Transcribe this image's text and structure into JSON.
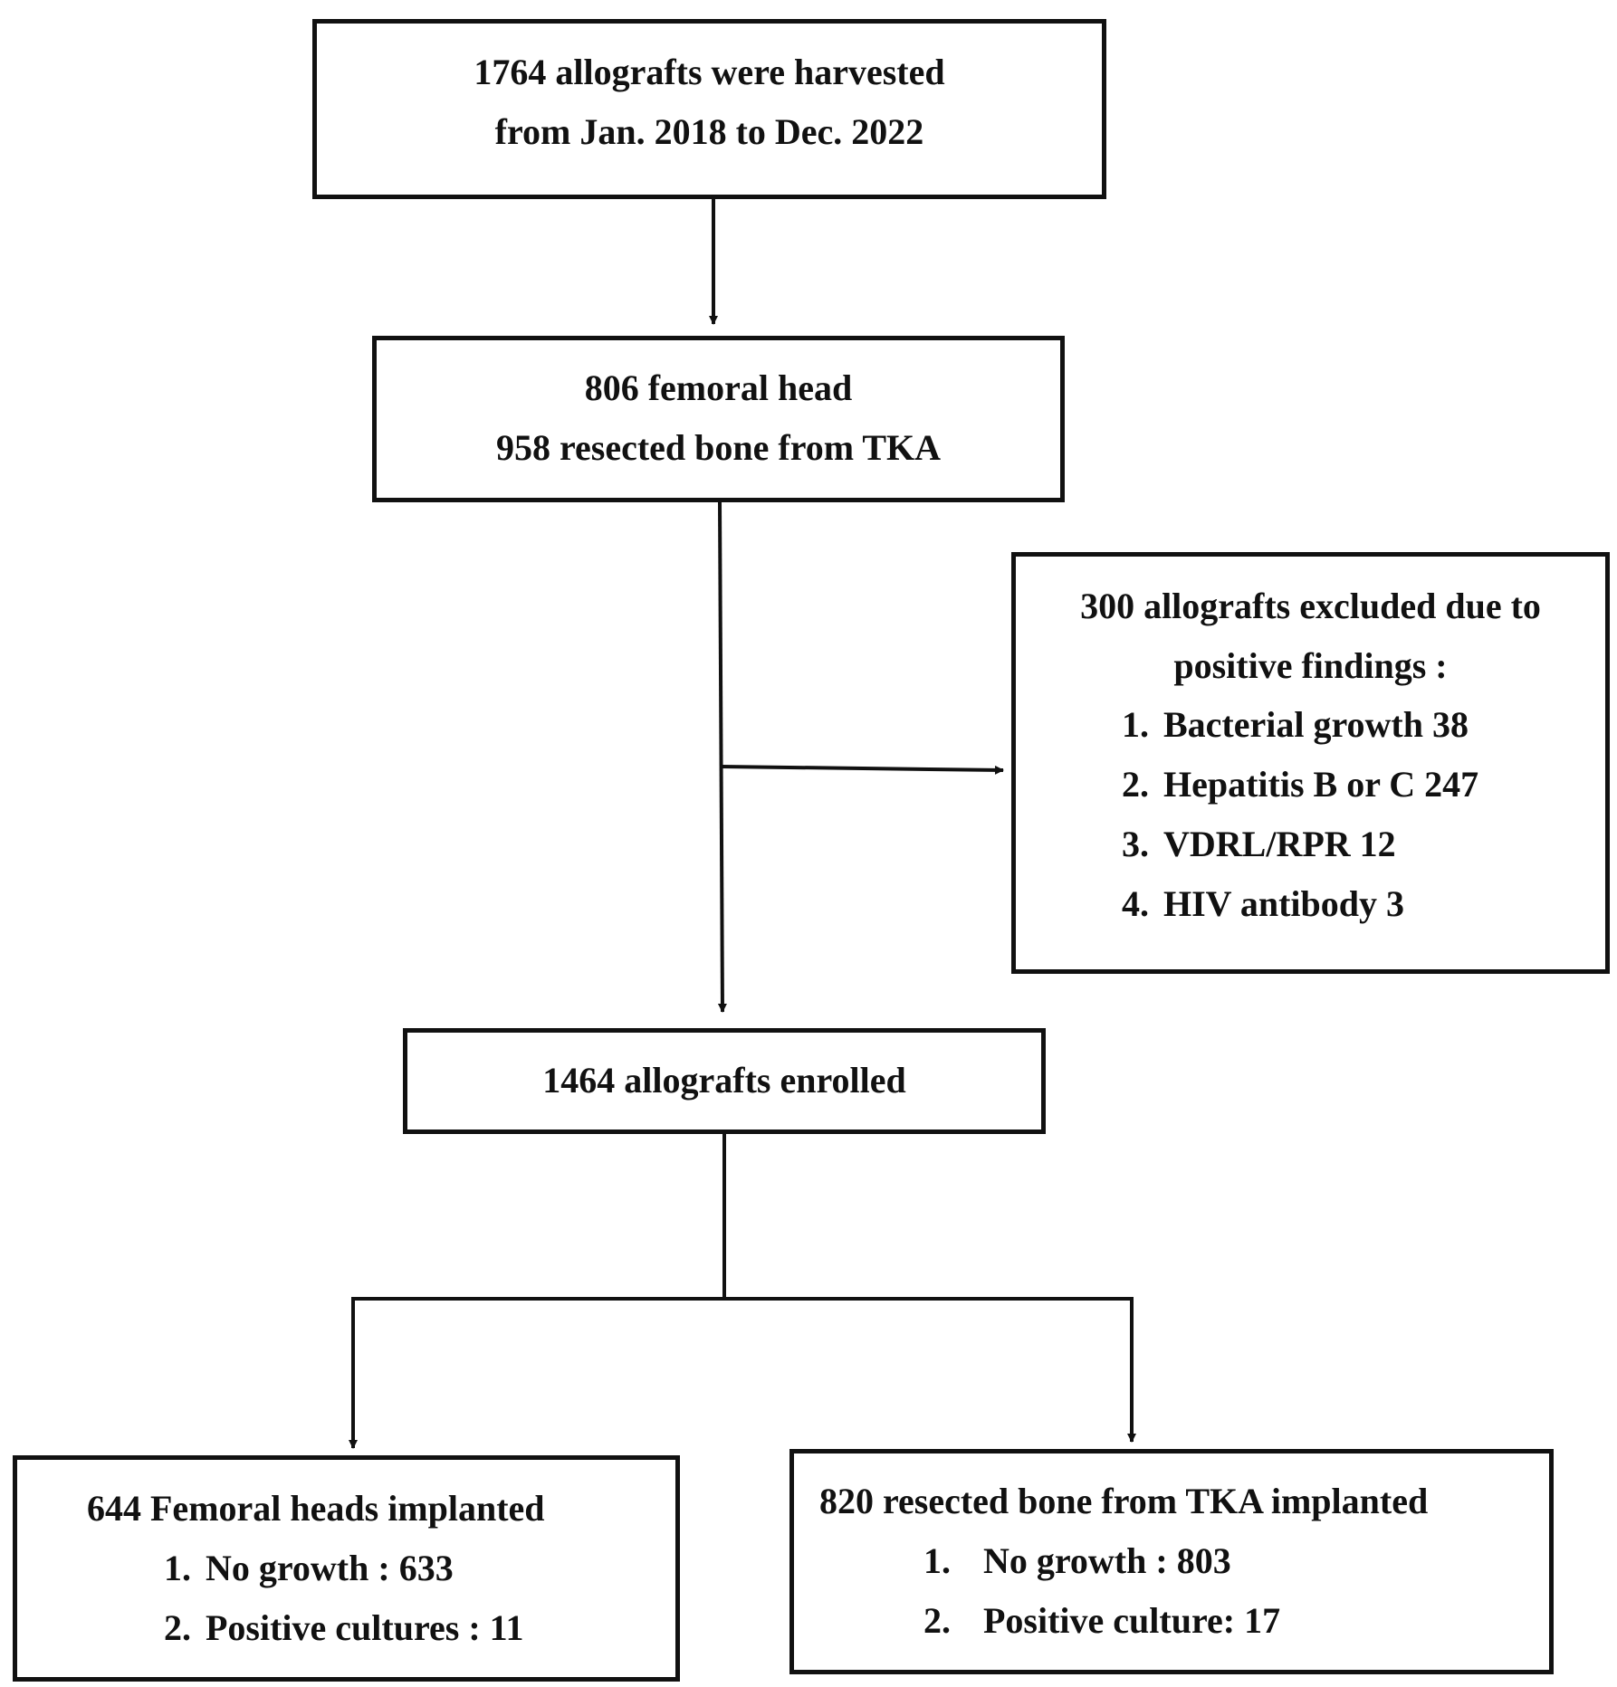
{
  "flowchart": {
    "harvested": {
      "line1": "1764 allografts were harvested",
      "line2": "from Jan. 2018 to Dec. 2022"
    },
    "sources": {
      "line1": "806 femoral head",
      "line2": "958 resected bone from TKA"
    },
    "excluded": {
      "heading1": "300 allografts excluded due to",
      "heading2": "positive findings :",
      "items": [
        {
          "num": "1.",
          "text": "Bacterial growth 38"
        },
        {
          "num": "2.",
          "text": "Hepatitis B or C 247"
        },
        {
          "num": "3.",
          "text": "VDRL/RPR 12"
        },
        {
          "num": "4.",
          "text": "HIV antibody 3"
        }
      ]
    },
    "enrolled": {
      "line1": "1464 allografts enrolled"
    },
    "femoral": {
      "title": "644  Femoral heads implanted",
      "items": [
        {
          "num": "1.",
          "text": "No growth : 633"
        },
        {
          "num": "2.",
          "text": "Positive cultures : 11"
        }
      ]
    },
    "tka": {
      "title": "820 resected bone from TKA implanted",
      "items": [
        {
          "num": "1.",
          "text": "No growth : 803"
        },
        {
          "num": "2.",
          "text": "Positive culture: 17"
        }
      ]
    }
  },
  "colors": {
    "stroke": "#111111",
    "background": "#ffffff"
  }
}
